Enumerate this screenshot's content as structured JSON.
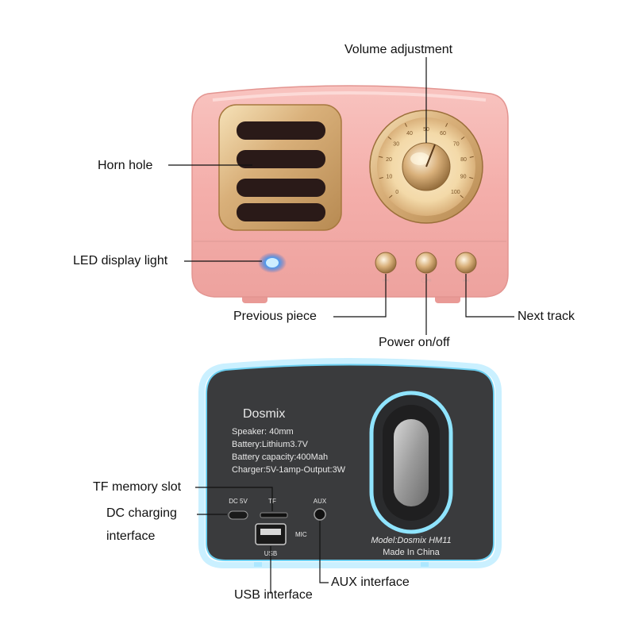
{
  "front_labels": {
    "volume": "Volume adjustment",
    "horn": "Horn hole",
    "led": "LED display light",
    "previous": "Previous piece",
    "power": "Power on/off",
    "next": "Next track"
  },
  "back_labels": {
    "tf_slot": "TF memory slot",
    "dc_line1": "DC charging",
    "dc_line2": "interface",
    "aux": "AUX interface",
    "usb": "USB interface"
  },
  "dial": {
    "scale": [
      "0",
      "10",
      "20",
      "30",
      "40",
      "50",
      "60",
      "70",
      "80",
      "90",
      "100"
    ]
  },
  "panel": {
    "brand": "Dosmix",
    "specs": [
      "Speaker:  40mm",
      "Battery:Lithium3.7V",
      "Battery capacity:400Mah",
      "Charger:5V-1amp-Output:3W"
    ],
    "model": "Model:Dosmix HM11",
    "made_in": "Made In China",
    "port_dc": "DC 5V",
    "port_tf": "TF",
    "port_aux": "AUX",
    "port_mic": "MIC",
    "port_usb": "USB"
  },
  "colors": {
    "pink_body": "#f6b3b0",
    "gold": "#d8b27a",
    "panel_dark": "#3a3b3d",
    "glow": "#9fe3ff",
    "led_blue": "#3aa0ff"
  }
}
